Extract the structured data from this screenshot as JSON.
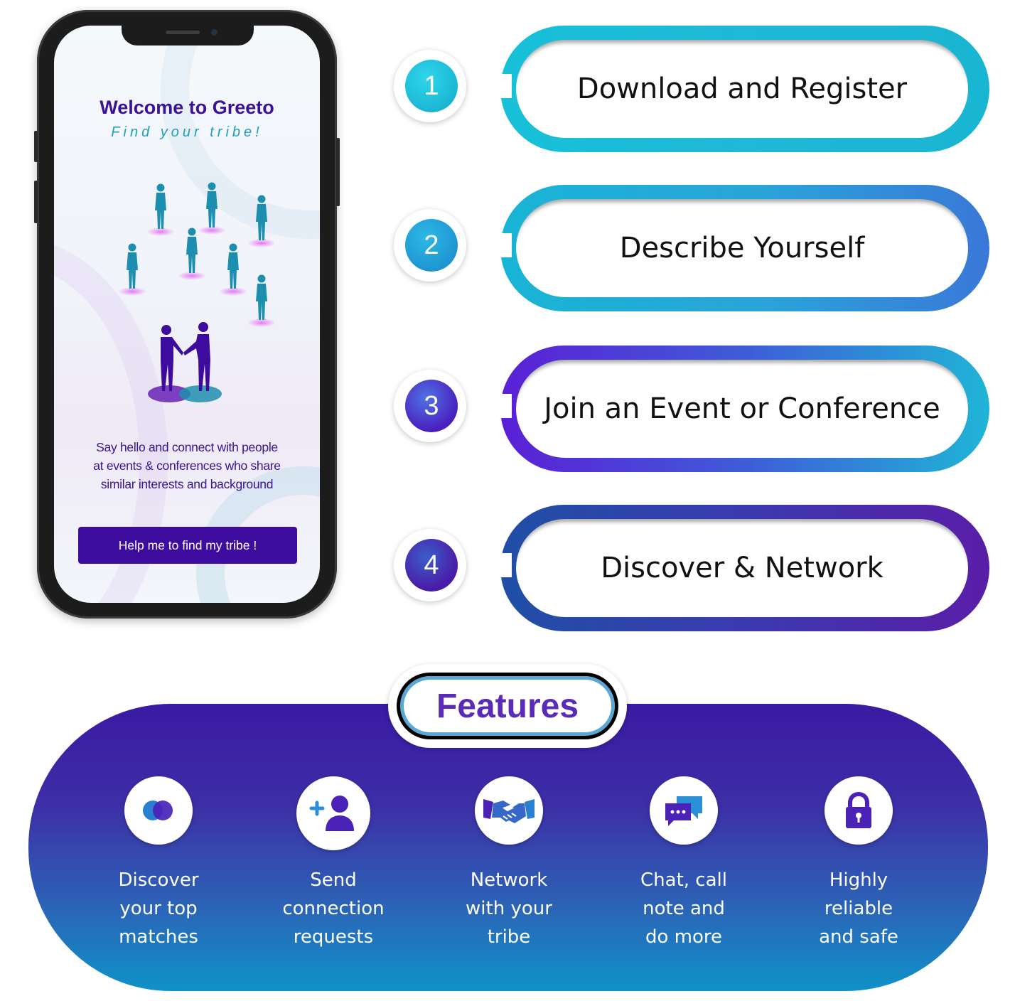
{
  "phone": {
    "app_title": "Welcome to Greeto",
    "app_subtitle": "Find your tribe!",
    "description_lines": [
      "Say hello and connect with people",
      "at events & conferences who share",
      "similar interests and background"
    ],
    "cta_label": "Help me to find my tribe !"
  },
  "steps": [
    {
      "number": "1",
      "label": "Download and Register"
    },
    {
      "number": "2",
      "label": "Describe Yourself"
    },
    {
      "number": "3",
      "label": "Join an Event or Conference"
    },
    {
      "number": "4",
      "label": "Discover & Network"
    }
  ],
  "features": {
    "title": "Features",
    "items": [
      {
        "icon": "overlapping-circles-icon",
        "lines": [
          "Discover",
          "your top",
          "matches"
        ]
      },
      {
        "icon": "add-user-icon",
        "lines": [
          "Send",
          "connection",
          "requests"
        ]
      },
      {
        "icon": "handshake-icon",
        "lines": [
          "Network",
          "with your",
          "tribe"
        ]
      },
      {
        "icon": "chat-bubbles-icon",
        "lines": [
          "Chat, call",
          "note and",
          "do more"
        ]
      },
      {
        "icon": "lock-icon",
        "lines": [
          "Highly",
          "reliable",
          "and safe"
        ]
      }
    ]
  },
  "colors": {
    "brand_purple": "#3d0c9e",
    "teal": "#1fb8d6",
    "panel_top": "#3a1aa3",
    "panel_bottom": "#0f92c8"
  }
}
